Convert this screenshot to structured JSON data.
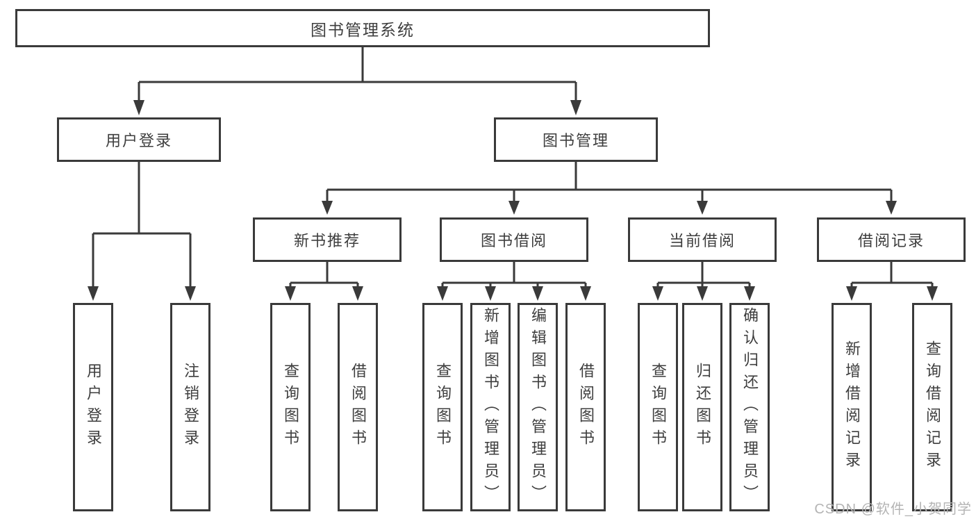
{
  "tree": {
    "root": {
      "label": "图书管理系统"
    },
    "branches": [
      {
        "label": "用户登录",
        "children": [
          {
            "label": "用户登录"
          },
          {
            "label": "注销登录"
          }
        ]
      },
      {
        "label": "图书管理",
        "children": [
          {
            "label": "新书推荐",
            "children": [
              {
                "label": "查询图书"
              },
              {
                "label": "借阅图书"
              }
            ]
          },
          {
            "label": "图书借阅",
            "children": [
              {
                "label": "查询图书"
              },
              {
                "label": "新增图书（管理员）"
              },
              {
                "label": "编辑图书（管理员）"
              },
              {
                "label": "借阅图书"
              }
            ]
          },
          {
            "label": "当前借阅",
            "children": [
              {
                "label": "查询图书"
              },
              {
                "label": "归还图书"
              },
              {
                "label": "确认归还（管理员）"
              }
            ]
          },
          {
            "label": "借阅记录",
            "children": [
              {
                "label": "新增借阅记录"
              },
              {
                "label": "查询借阅记录"
              }
            ]
          }
        ]
      }
    ]
  },
  "watermark": "CSDN @软件_小贺同学",
  "colors": {
    "line": "#3a3a3a",
    "text": "#3e3e3e",
    "background": "#ffffff",
    "watermark": "#b4b4b4"
  }
}
